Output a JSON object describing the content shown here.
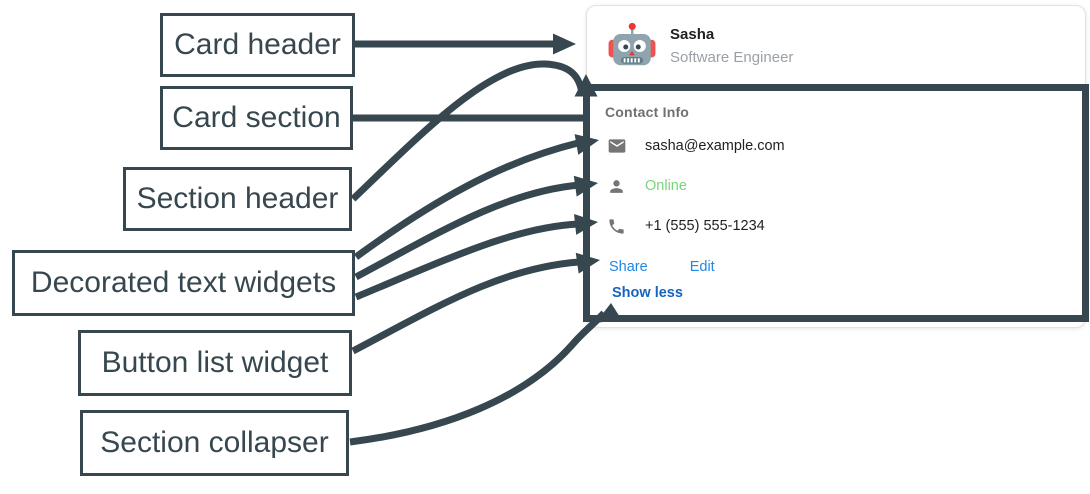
{
  "annotations": {
    "items": [
      {
        "label": "Card header"
      },
      {
        "label": "Card section"
      },
      {
        "label": "Section header"
      },
      {
        "label": "Decorated text widgets"
      },
      {
        "label": "Button list widget"
      },
      {
        "label": "Section collapser"
      }
    ]
  },
  "card": {
    "header": {
      "name": "Sasha",
      "role": "Software Engineer",
      "avatar_icon": "robot-avatar-icon"
    },
    "section": {
      "title": "Contact Info",
      "rows": [
        {
          "icon": "email-icon",
          "text": "sasha@example.com",
          "color": "#202124"
        },
        {
          "icon": "person-icon",
          "text": "Online",
          "color": "#77D57A"
        },
        {
          "icon": "phone-icon",
          "text": "+1 (555) 555-1234",
          "color": "#202124"
        }
      ],
      "buttons": [
        {
          "label": "Share"
        },
        {
          "label": "Edit"
        }
      ],
      "collapser": {
        "label": "Show less"
      }
    }
  },
  "colors": {
    "ink": "#37474F",
    "card_border": "#E2E2E2",
    "title": "#202124",
    "subtitle": "#9AA0A6",
    "section_title": "#707070",
    "icon": "#757575",
    "online_green": "#77D57A",
    "link_blue": "#1E88E5",
    "collapser_blue": "#1565C0"
  }
}
